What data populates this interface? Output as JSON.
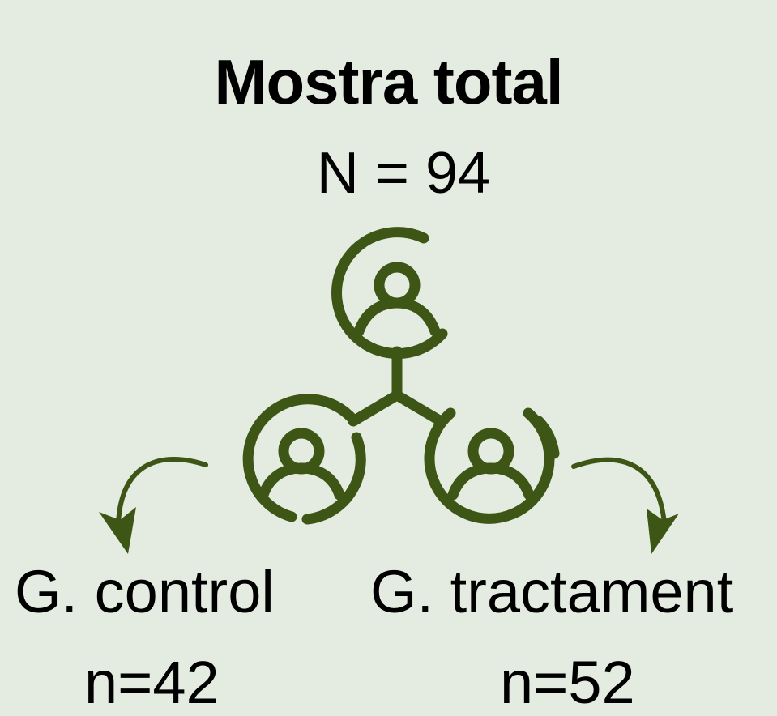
{
  "title": "Mostra total",
  "total": "N = 94",
  "groups": [
    {
      "label": "G. control",
      "n": "n=42"
    },
    {
      "label": "G. tractament",
      "n": "n=52"
    }
  ],
  "colors": {
    "background": "#e4ebe0",
    "icon": "#3d5515",
    "text": "#000000"
  },
  "icons": [
    "group-network-icon",
    "person-circle-icon",
    "curved-arrow-icon"
  ]
}
